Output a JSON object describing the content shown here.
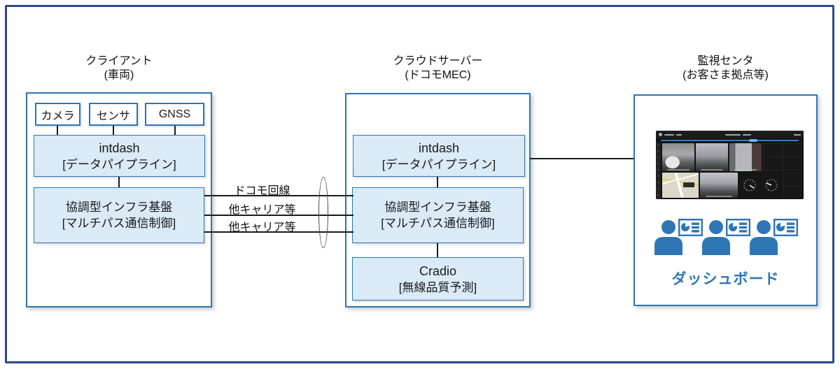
{
  "diagram": {
    "columns": [
      {
        "id": "client",
        "title_line1": "クライアント",
        "title_line2": "(車両)",
        "sensors": [
          "カメラ",
          "センサ",
          "GNSS"
        ],
        "boxes": [
          {
            "line1": "intdash",
            "line2": "[データパイプライン]"
          },
          {
            "line1": "協調型インフラ基盤",
            "line2": "[マルチパス通信制御]"
          }
        ]
      },
      {
        "id": "cloud",
        "title_line1": "クラウドサーバー",
        "title_line2": "(ドコモMEC)",
        "boxes": [
          {
            "line1": "intdash",
            "line2": "[データパイプライン]"
          },
          {
            "line1": "協調型インフラ基盤",
            "line2": "[マルチパス通信制御]"
          },
          {
            "line1": "Cradio",
            "line2": "[無線品質予測]"
          }
        ]
      },
      {
        "id": "monitoring",
        "title_line1": "監視センタ",
        "title_line2": "(お客さま拠点等)",
        "dashboard_label": "ダッシュボード"
      }
    ],
    "links": {
      "labels": [
        "ドコモ回線",
        "他キャリア等",
        "他キャリア等"
      ]
    },
    "colors": {
      "outer_border": "#2a4a8a",
      "box_border": "#2e75b6",
      "box_fill_light": "#daeaf7",
      "accent_blue": "#2e75b6",
      "connector_line": "#1a1a1a",
      "dashboard_timeline": "#2f7ecc"
    }
  }
}
